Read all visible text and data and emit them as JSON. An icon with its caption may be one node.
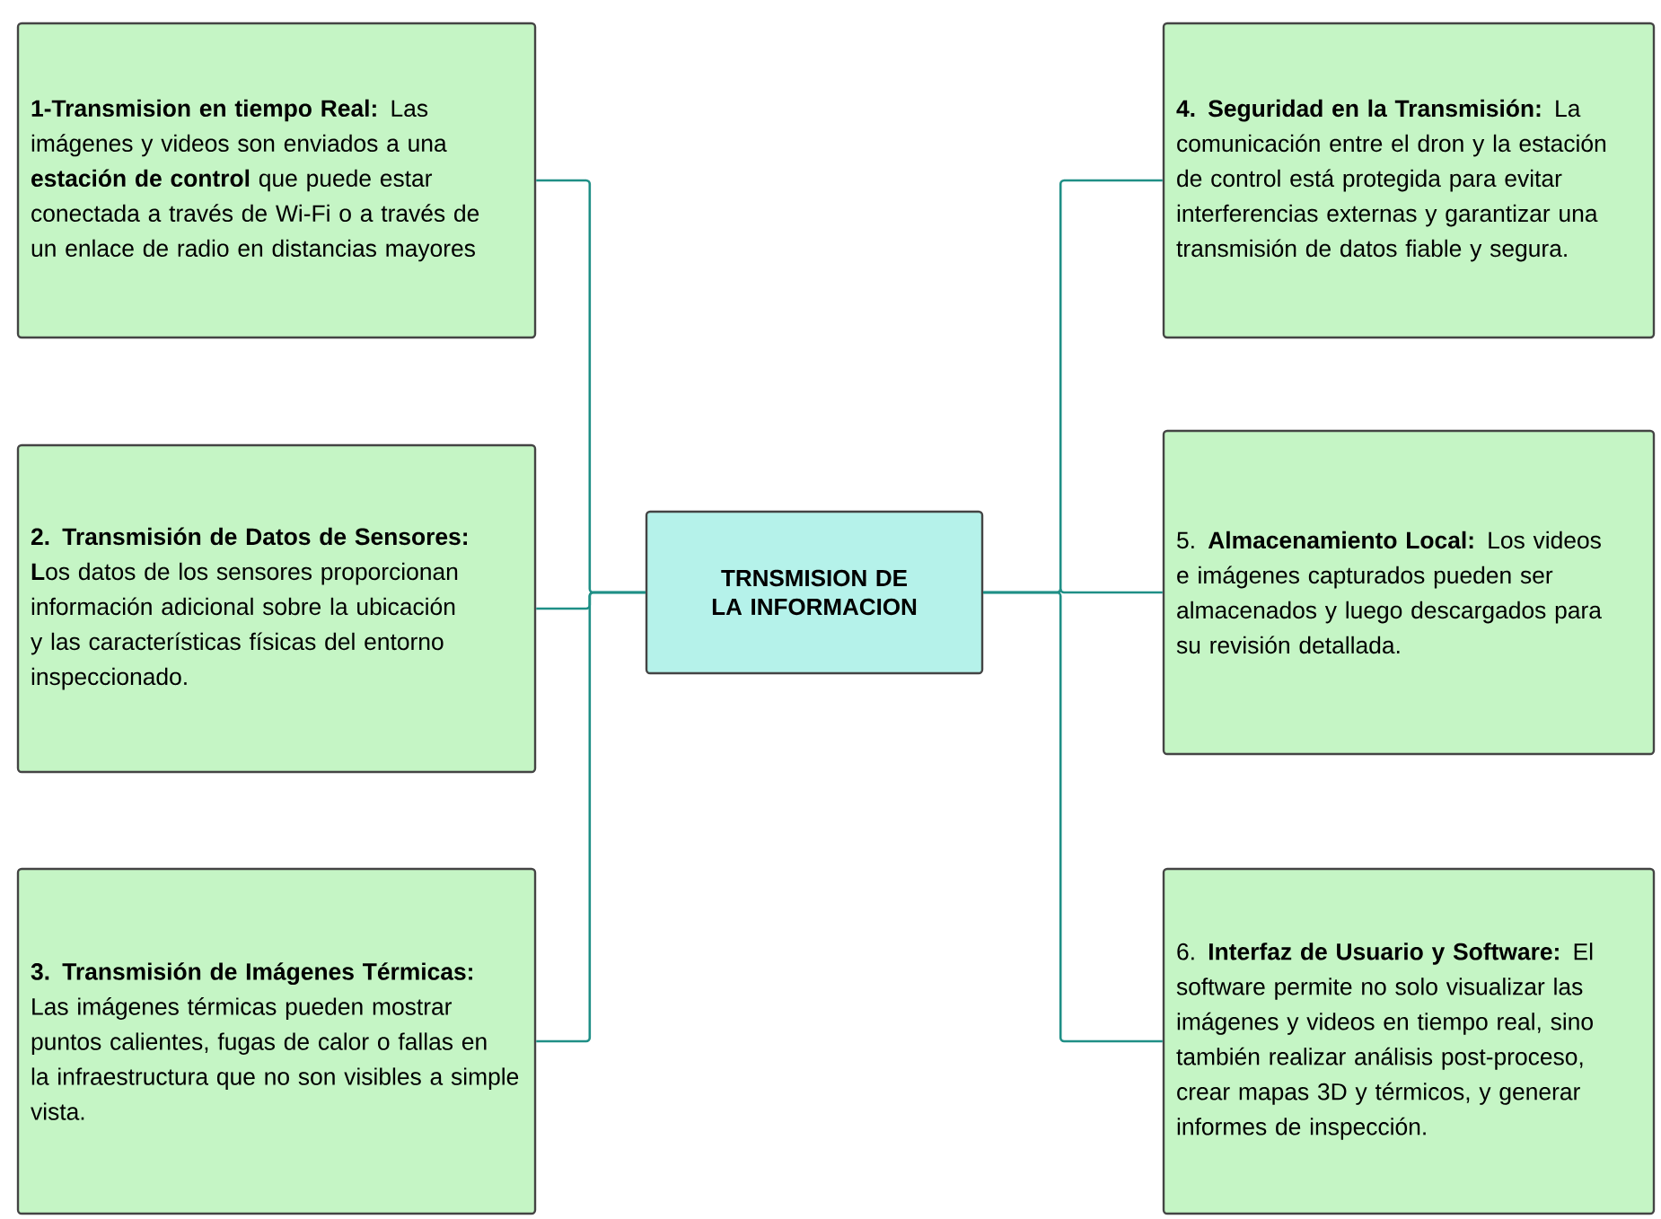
{
  "diagram": {
    "nodes": [
      {
        "text": [
          "**1-Transmision en tiempo Real:** Las imágenes y videos son enviados a una **estación de control** que puede estar conectada a través de Wi-Fi o a través de un enlace de radio en distancias mayores"
        ]
      },
      {
        "text": [
          "**2. Transmisión de Datos de Sensores: L**os datos de los sensores proporcionan información adicional sobre la ubicación y las características físicas del entorno inspeccionado."
        ]
      },
      {
        "text": [
          "**3. Transmisión de Imágenes Térmicas:** Las imágenes térmicas pueden mostrar puntos calientes, fugas de calor o fallas en la infraestructura que no son visibles a simple vista."
        ]
      },
      {
        "text": [
          "TRNSMISION DE LA INFORMACION"
        ]
      },
      {
        "text": [
          "**4. Seguridad en la Transmisión:** La comunicación entre el dron y la estación de control está protegida para evitar interferencias externas y garantizar una transmisión de datos fiable y segura."
        ]
      },
      {
        "text": [
          "5. **Almacenamiento Local:** Los videos e imágenes capturados pueden ser almacenados y luego descargados para su revisión detallada."
        ]
      },
      {
        "text": [
          "6. **Interfaz de Usuario y Software:** El software permite no solo visualizar las imágenes y videos en tiempo real, sino también realizar análisis post-proceso, crear mapas 3D y térmicos, y generar informes de inspección."
        ]
      }
    ],
    "edges": [
      {
        "from": 3,
        "to": 0,
        "arrow": "none"
      },
      {
        "from": 3,
        "to": 1,
        "arrow": "none"
      },
      {
        "from": 3,
        "to": 2,
        "arrow": "none"
      },
      {
        "from": 3,
        "to": 4,
        "arrow": "none"
      },
      {
        "from": 3,
        "to": 5,
        "arrow": "none"
      },
      {
        "from": 3,
        "to": 6,
        "arrow": "none"
      }
    ]
  }
}
